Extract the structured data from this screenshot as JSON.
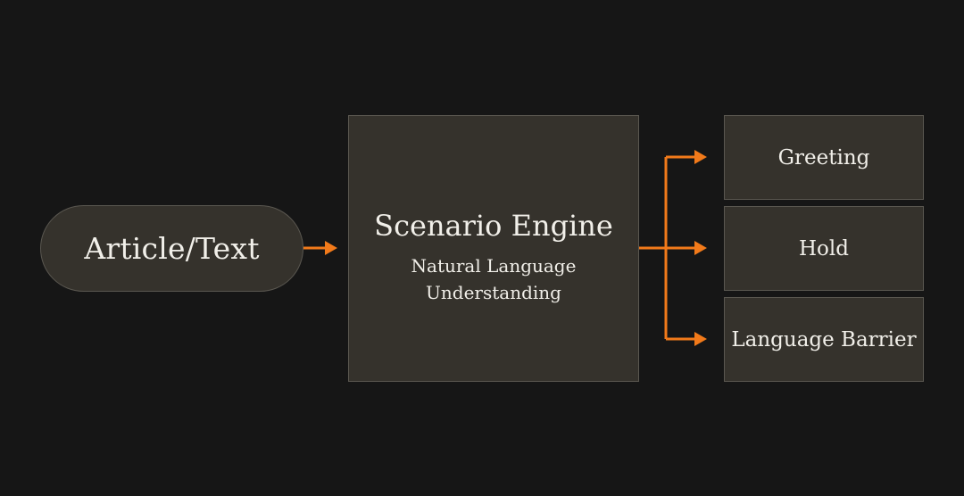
{
  "diagram": {
    "input": {
      "label": "Article/Text"
    },
    "engine": {
      "title": "Scenario Engine",
      "subtitle": "Natural Language Understanding"
    },
    "outputs": [
      {
        "label": "Greeting"
      },
      {
        "label": "Hold"
      },
      {
        "label": "Language Barrier"
      }
    ],
    "colors": {
      "background": "#161616",
      "node_fill": "#35322c",
      "node_border": "#5a5750",
      "text": "#f1efe9",
      "arrow": "#f27a1a"
    }
  }
}
